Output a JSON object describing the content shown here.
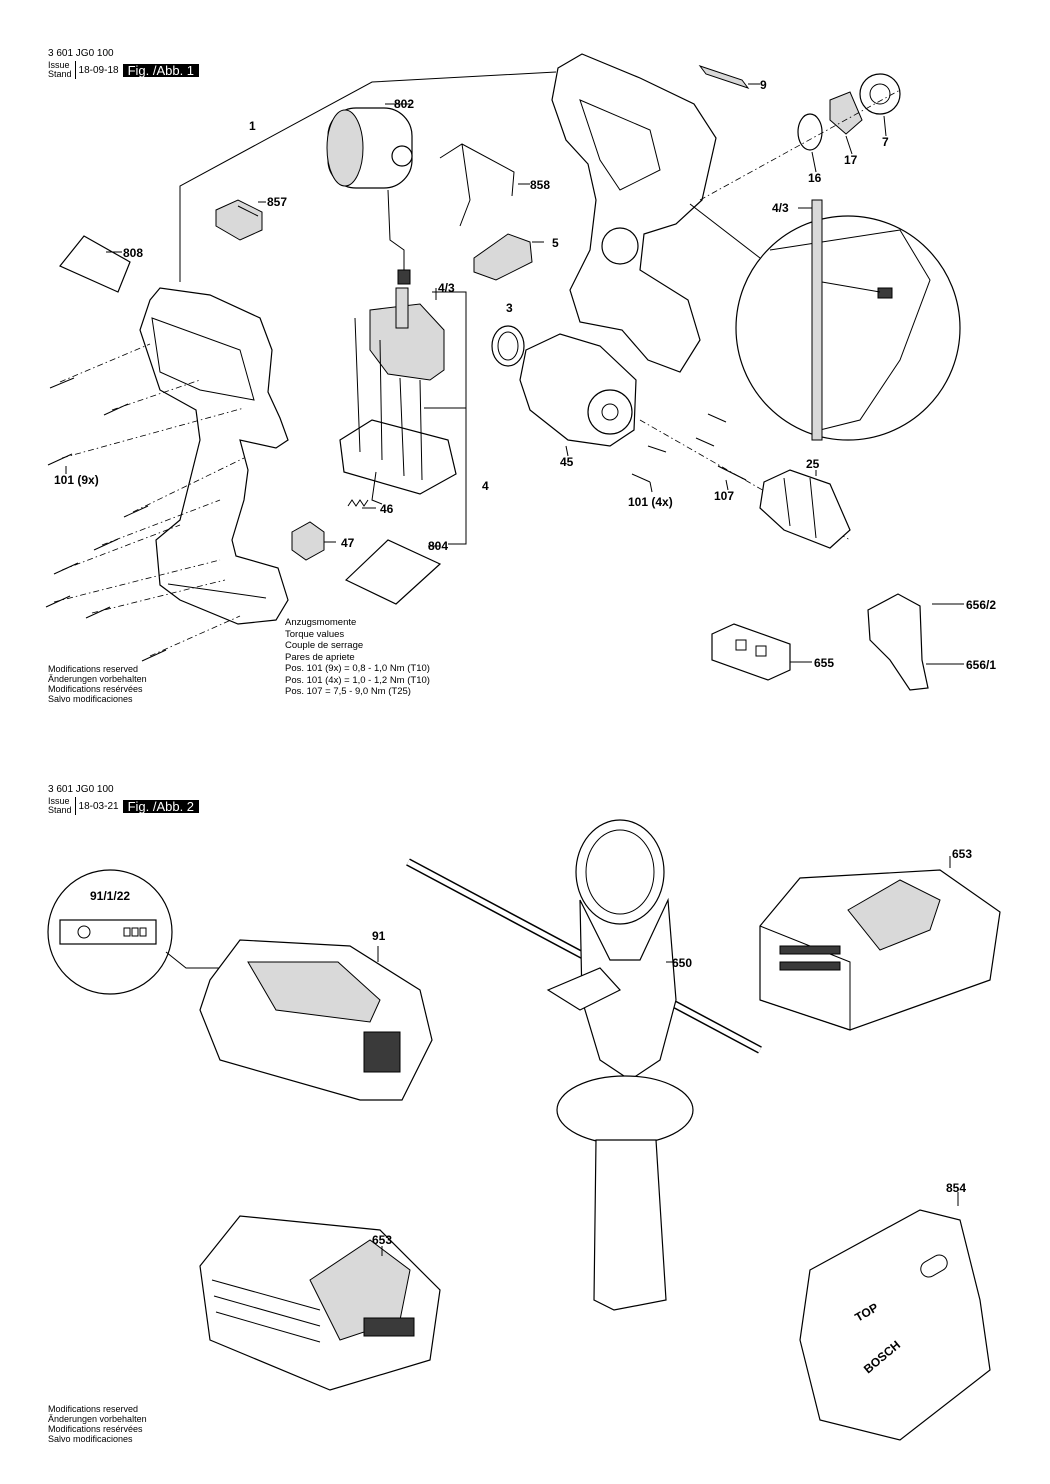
{
  "fig1": {
    "code": "3 601 JG0 100",
    "issue": "Issue",
    "stand": "Stand",
    "date": "18-09-18",
    "fig": "Fig. /Abb. 1"
  },
  "fig2": {
    "code": "3 601 JG0 100",
    "issue": "Issue",
    "stand": "Stand",
    "date": "18-03-21",
    "fig": "Fig. /Abb. 2"
  },
  "modifications": [
    "Modifications reserved",
    "Änderungen vorbehalten",
    "Modifications resérvées",
    "Salvo modificaciones"
  ],
  "torque": [
    "Anzugsmomente",
    "Torque values",
    "Couple de serrage",
    "Pares de apriete",
    "Pos. 101 (9x) = 0,8 - 1,0 Nm (T10)",
    "Pos. 101 (4x) = 1,0 - 1,2 Nm (T10)",
    "Pos. 107 = 7,5 - 9,0 Nm (T25)"
  ],
  "labels": {
    "l1": "1",
    "l802": "802",
    "l858": "858",
    "l857": "857",
    "l808": "808",
    "l5": "5",
    "l43a": "4/3",
    "l3": "3",
    "l9": "9",
    "l7": "7",
    "l17": "17",
    "l16": "16",
    "l43b": "4/3",
    "l101a": "101 (9x)",
    "l4": "4",
    "l45": "45",
    "l46": "46",
    "l47": "47",
    "l804": "804",
    "l101b": "101 (4x)",
    "l107": "107",
    "l25": "25",
    "l6562": "656/2",
    "l655": "655",
    "l6561": "656/1",
    "l91122": "91/1/22",
    "l91": "91",
    "l650": "650",
    "l653a": "653",
    "l653b": "653",
    "l854": "854"
  },
  "markings": {
    "top": "TOP",
    "brand": "BOSCH"
  }
}
